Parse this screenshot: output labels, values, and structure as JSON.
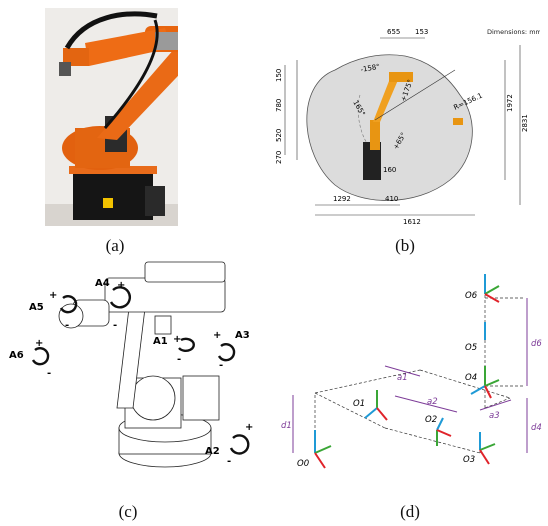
{
  "captions": [
    "(a)",
    "(b)",
    "(c)",
    "(d)"
  ],
  "panel_b": {
    "units_note": "Dimensions: mm",
    "top_dims": [
      "655",
      "153"
    ],
    "left_dims": [
      "150",
      "780",
      "520",
      "270"
    ],
    "right_dims": [
      "1972",
      "2831"
    ],
    "bottom_dims": [
      "1292",
      "410",
      "1612"
    ],
    "misc_dims": [
      "160"
    ],
    "angles": [
      "-158°",
      "+175°",
      "165°",
      "+65°"
    ],
    "radius": "R=156.1"
  },
  "panel_c": {
    "axes": [
      "A1",
      "A2",
      "A3",
      "A4",
      "A5",
      "A6"
    ],
    "plus": "+",
    "minus": "-"
  },
  "panel_d": {
    "frames": [
      "O0",
      "O1",
      "O2",
      "O3",
      "O4",
      "O5",
      "O6"
    ],
    "link_lengths": [
      "a1",
      "a2",
      "a3"
    ],
    "offsets": [
      "d1",
      "d4",
      "d6"
    ],
    "colors": {
      "x": "#e0232a",
      "y": "#3aa636",
      "z": "#1f9ad6",
      "dim": "#7d3c98"
    }
  }
}
